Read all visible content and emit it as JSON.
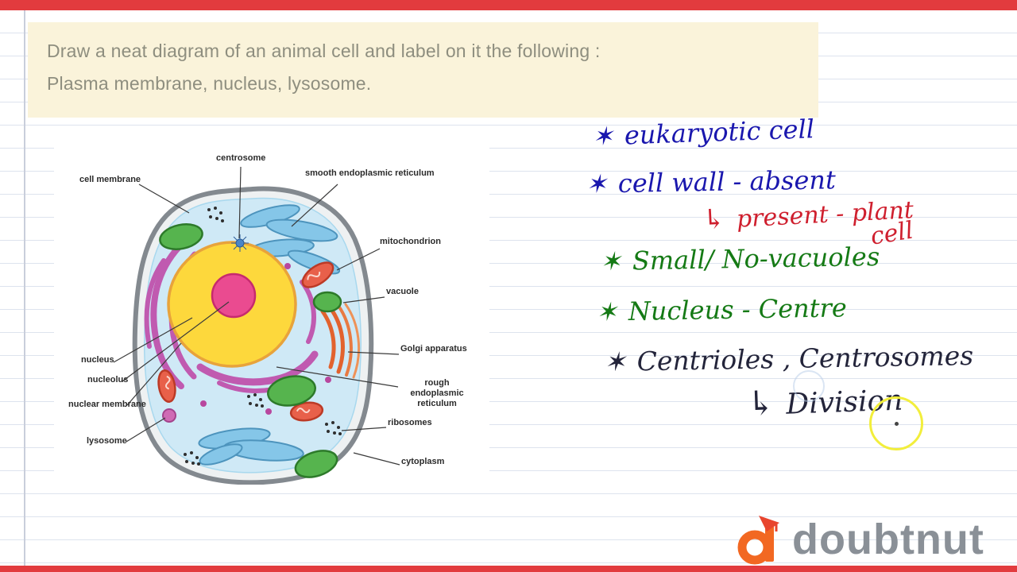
{
  "question": {
    "line1": "Draw a neat diagram of an animal cell and label on it the following :",
    "line2": "Plasma membrane, nucleus, lysosome."
  },
  "diagram": {
    "labels": [
      "centrosome",
      "cell membrane",
      "smooth endoplasmic reticulum",
      "mitochondrion",
      "vacuole",
      "Golgi apparatus",
      "rough endoplasmic reticulum",
      "ribosomes",
      "cytoplasm",
      "nucleus",
      "nucleolus",
      "nuclear membrane",
      "lysosome"
    ]
  },
  "notes": [
    {
      "marker": "✶",
      "text": "eukaryotic cell",
      "color": "#1a17ae"
    },
    {
      "marker": "✶",
      "text": "cell wall - absent",
      "color": "#1a17ae"
    },
    {
      "marker": "↳",
      "text": "present - plant",
      "text2": "cell",
      "color": "#cf1f2e"
    },
    {
      "marker": "✶",
      "text": "Small/ No-vacuoles",
      "color": "#157a15"
    },
    {
      "marker": "✶",
      "text": "Nucleus - Centre",
      "color": "#157a15"
    },
    {
      "marker": "✶",
      "text": "Centrioles , Centrosomes",
      "color": "#23243a"
    },
    {
      "marker": "↳",
      "text": "Division",
      "color": "#23243a"
    }
  ],
  "brand": {
    "name": "doubtnut",
    "color": "#f26822"
  },
  "colors": {
    "bar_red": "#e23b3e",
    "question_bg": "#faf3da",
    "ink_blue": "#1a17ae",
    "ink_red": "#cf1f2e",
    "ink_green": "#157a15",
    "ink_dark": "#23243a",
    "brand_orange": "#f26822",
    "highlight_yellow": "#f2ee3c"
  }
}
